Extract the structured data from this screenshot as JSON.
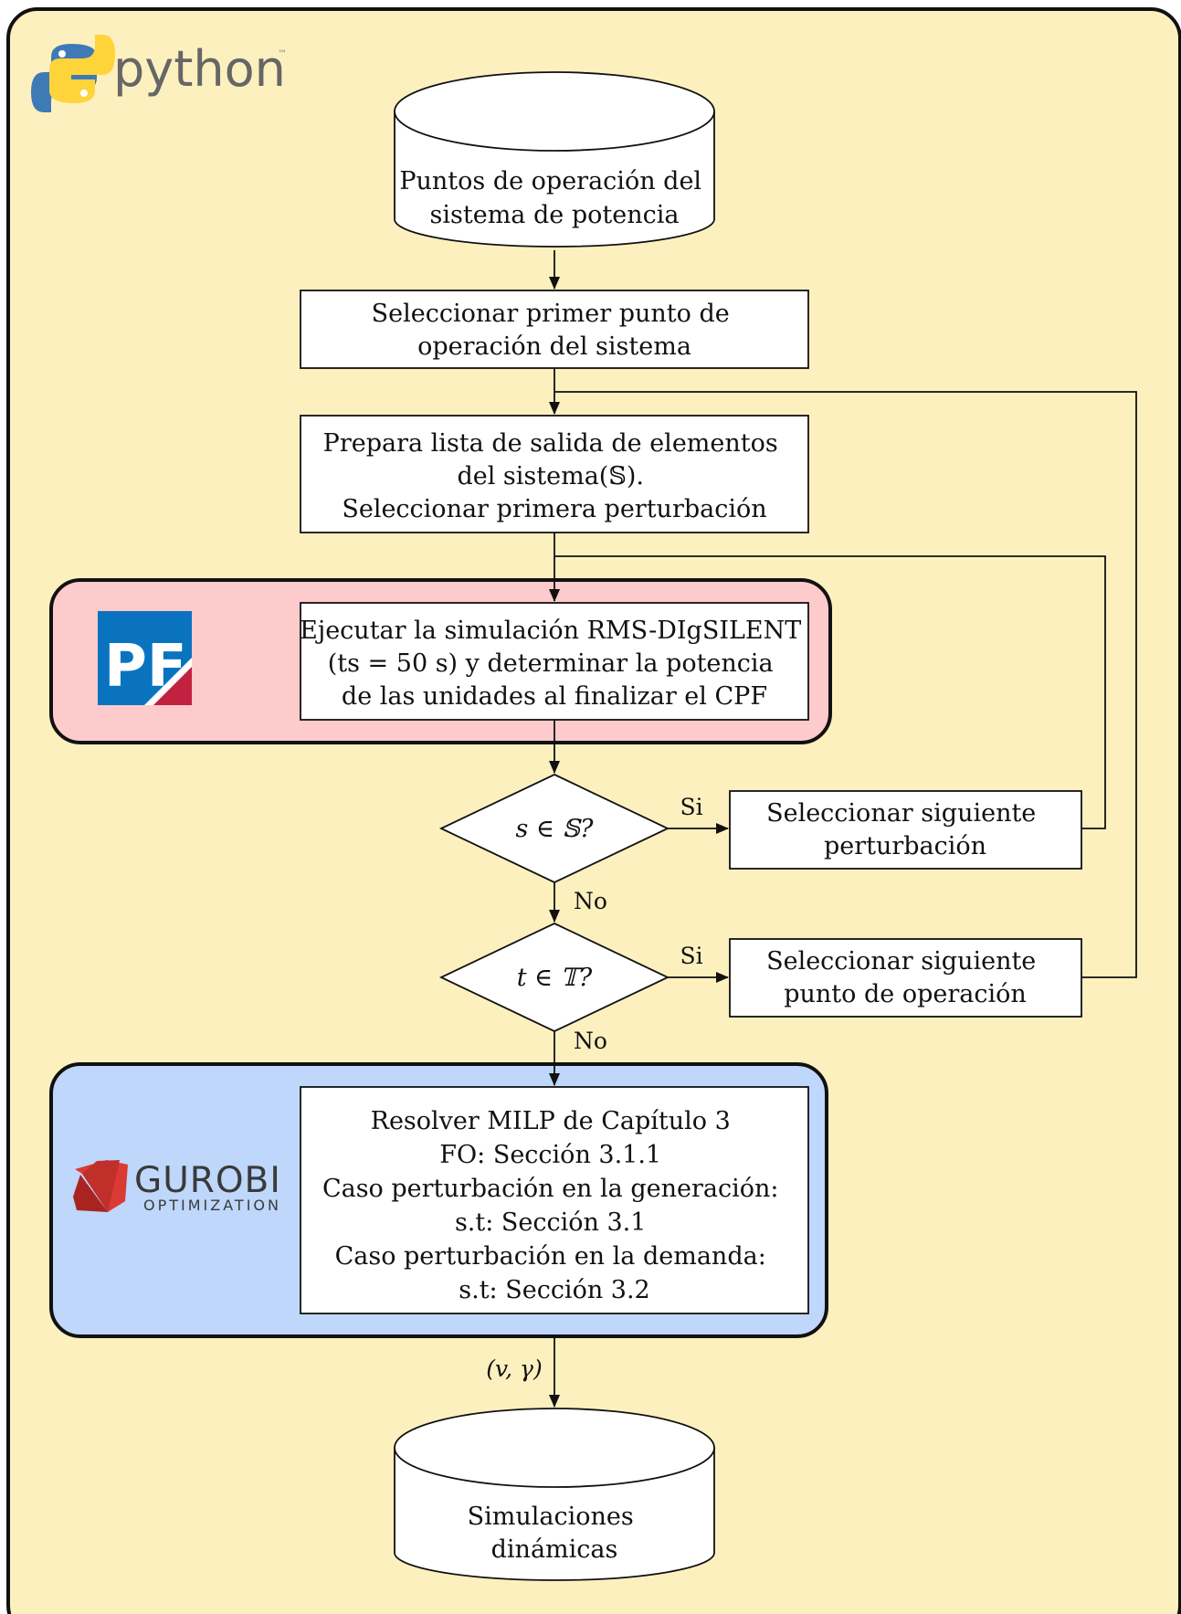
{
  "logos": {
    "python": {
      "text": "python",
      "tm": "™"
    },
    "powerfactory": {
      "text": "PF"
    },
    "gurobi": {
      "word": "GUROBI",
      "sub": "OPTIMIZATION"
    }
  },
  "nodes": {
    "db_start": [
      "Puntos de operación del",
      "sistema de potencia"
    ],
    "select_first_point": [
      "Seleccionar primer punto de",
      "operación del sistema"
    ],
    "prepare_list": [
      "Prepara lista de salida de elementos",
      "del sistema(𝕊).",
      "Seleccionar primera perturbación"
    ],
    "run_sim": [
      "Ejecutar la simulación RMS-DIgSILENT",
      "(ts = 50 s) y determinar la potencia",
      "de las unidades al finalizar el CPF"
    ],
    "decision_s": "s ∈ 𝕊?",
    "next_perturbation": [
      "Seleccionar siguiente",
      "perturbación"
    ],
    "decision_t": "t ∈ 𝕋?",
    "next_point": [
      "Seleccionar siguiente",
      "punto de operación"
    ],
    "milp": [
      "Resolver MILP de Capítulo 3",
      "FO: Sección 3.1.1",
      "Caso perturbación en la generación:",
      "s.t: Sección 3.1",
      "Caso perturbación en la demanda:",
      "s.t: Sección 3.2"
    ],
    "db_end": [
      "Simulaciones",
      "dinámicas"
    ]
  },
  "edge_labels": {
    "yes_s": "Si",
    "no_s": "No",
    "yes_t": "Si",
    "no_t": "No",
    "output": "(v, γ)"
  },
  "colors": {
    "page": "#fdf0bf",
    "pf_band": "#fdcbcb",
    "gurobi_band": "#bed7fa",
    "pf_blue": "#0a73c0",
    "pf_red": "#c2213f",
    "gurobi_red": "#d93a35",
    "python_blue": "#3d7ab6",
    "python_yellow": "#ffd43b"
  }
}
